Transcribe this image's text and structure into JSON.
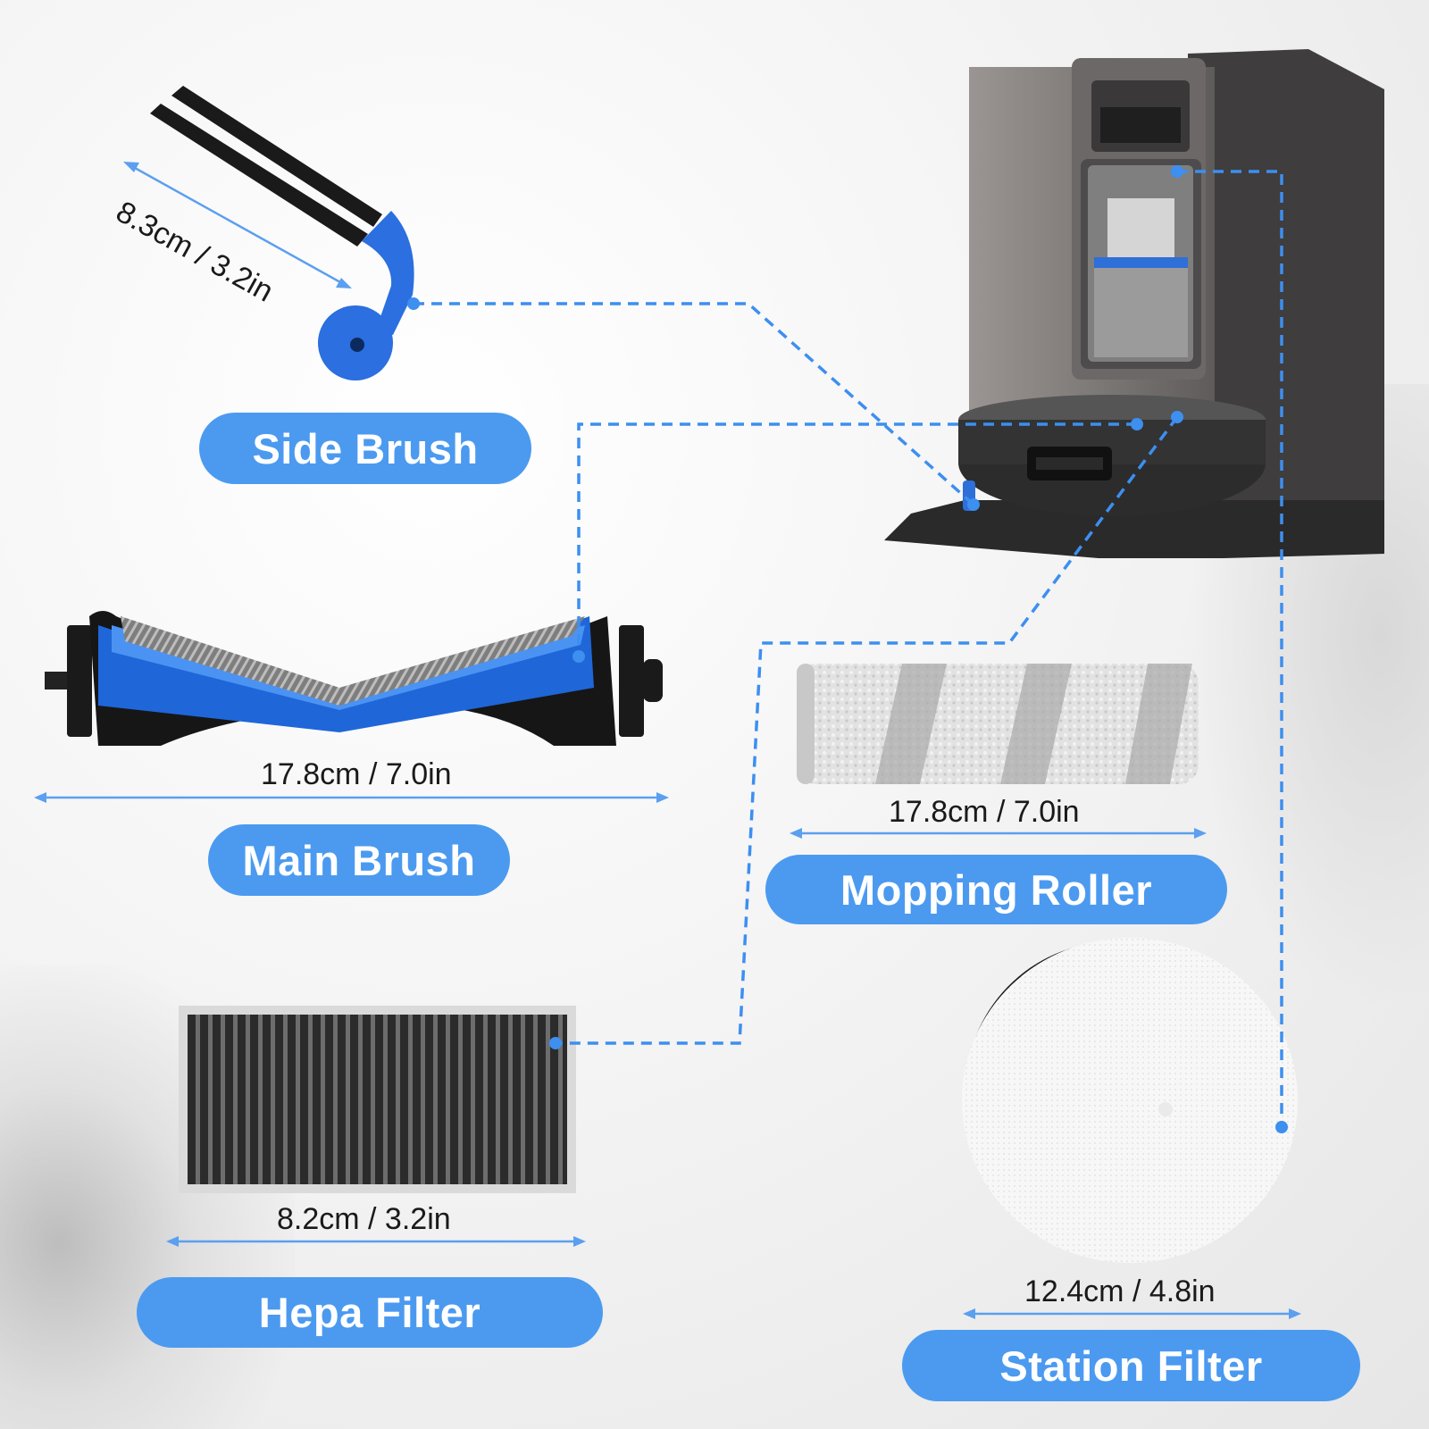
{
  "colors": {
    "accent": "#4b9af0",
    "dashed_line": "#3d8ff0"
  },
  "parts": {
    "side_brush": {
      "label": "Side Brush",
      "dimension": "8.3cm / 3.2in"
    },
    "main_brush": {
      "label": "Main Brush",
      "dimension": "17.8cm / 7.0in"
    },
    "mopping_roller": {
      "label": "Mopping Roller",
      "dimension": "17.8cm / 7.0in"
    },
    "hepa_filter": {
      "label": "Hepa Filter",
      "dimension": "8.2cm / 3.2in"
    },
    "station_filter": {
      "label": "Station Filter",
      "dimension": "12.4cm / 4.8in"
    }
  }
}
